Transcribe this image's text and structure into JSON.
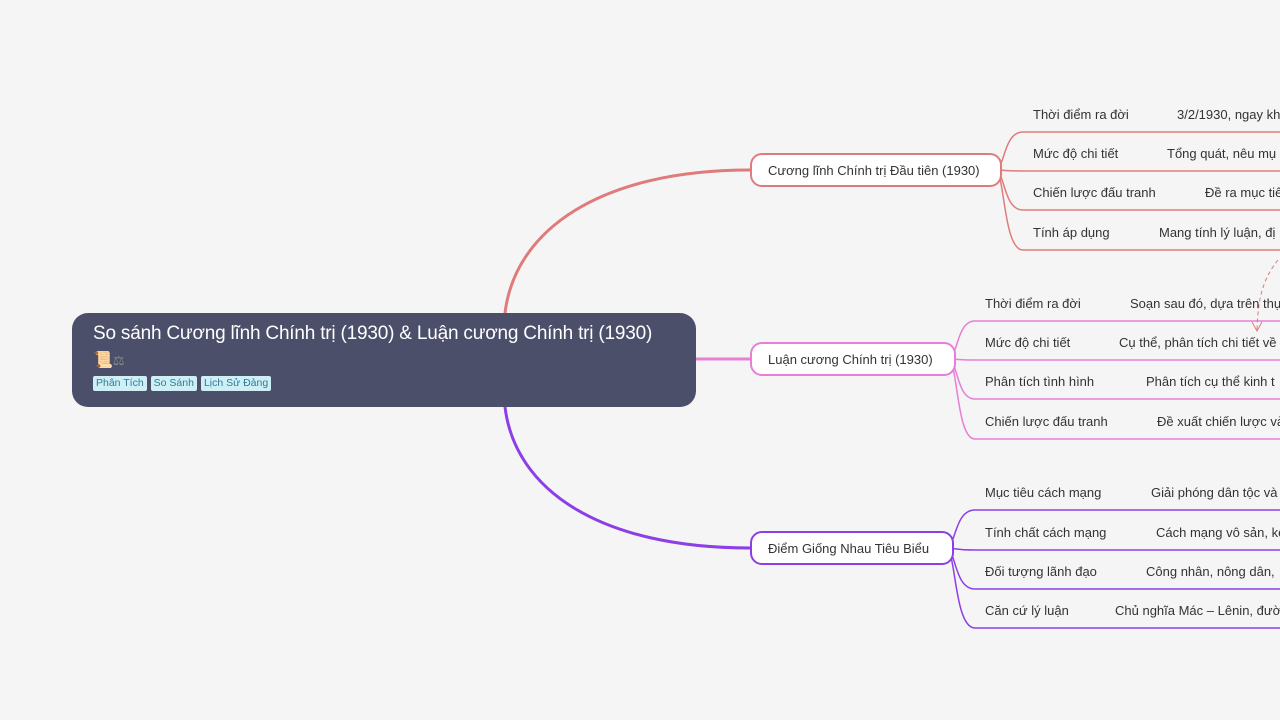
{
  "root": {
    "title": "So sánh Cương lĩnh Chính trị (1930) & Luận cương Chính trị (1930)",
    "icons": [
      "scroll-icon",
      "scale-icon"
    ],
    "icon_glyphs": [
      "📜",
      "⚖"
    ],
    "tags": [
      "Phân Tích",
      "So Sánh",
      "Lịch Sử Đảng"
    ]
  },
  "branches": [
    {
      "label": "Cương lĩnh Chính trị Đầu tiên (1930)",
      "color": "#e07b7b",
      "items": [
        {
          "label": "Thời điểm ra đời",
          "value": "3/2/1930, ngay kh"
        },
        {
          "label": "Mức độ chi tiết",
          "value": "Tổng quát, nêu mụ"
        },
        {
          "label": "Chiến lược đấu tranh",
          "value": "Đề ra mục tiê"
        },
        {
          "label": "Tính áp dụng",
          "value": "Mang tính lý luận, đị"
        }
      ]
    },
    {
      "label": "Luận cương Chính trị (1930)",
      "color": "#e67fd6",
      "items": [
        {
          "label": "Thời điểm ra đời",
          "value": "Soạn sau đó, dựa trên thụ"
        },
        {
          "label": "Mức độ chi tiết",
          "value": "Cụ thể, phân tích chi tiết về"
        },
        {
          "label": "Phân tích tình hình",
          "value": "Phân tích cụ thể kinh t"
        },
        {
          "label": "Chiến lược đấu tranh",
          "value": "Đề xuất chiến lược và"
        }
      ]
    },
    {
      "label": "Điểm Giống Nhau Tiêu Biểu",
      "color": "#8c3fe6",
      "items": [
        {
          "label": "Mục tiêu cách mạng",
          "value": "Giải phóng dân tộc và"
        },
        {
          "label": "Tính chất cách mạng",
          "value": "Cách mạng vô sản, kế"
        },
        {
          "label": "Đối tượng lãnh đạo",
          "value": "Công nhân, nông dân,"
        },
        {
          "label": "Căn cứ lý luận",
          "value": "Chủ nghĩa Mác – Lênin, đườ"
        }
      ]
    }
  ],
  "relation_arrow": {
    "style": "dashed",
    "color": "#e07b7b",
    "from": "Tính áp dụng",
    "to": "Mức độ chi tiết"
  }
}
